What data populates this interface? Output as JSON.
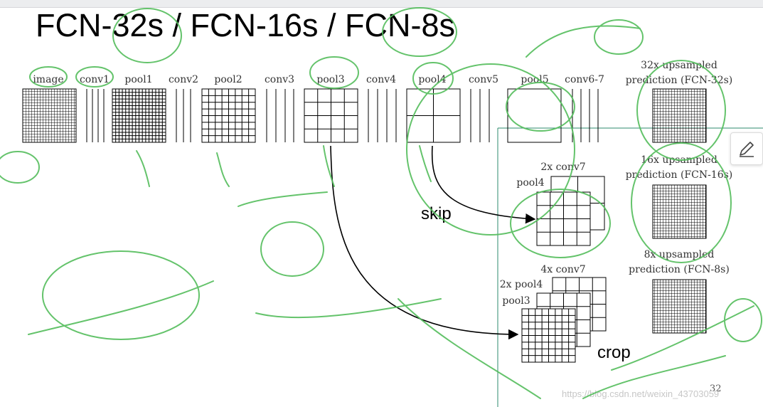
{
  "slide": {
    "title": "FCN-32s / FCN-16s / FCN-8s",
    "page_number": "32",
    "watermark": "https://blog.csdn.net/weixin_43703059"
  },
  "layers": [
    {
      "id": "image",
      "label": "image"
    },
    {
      "id": "conv1",
      "label": "conv1"
    },
    {
      "id": "pool1",
      "label": "pool1"
    },
    {
      "id": "conv2",
      "label": "conv2"
    },
    {
      "id": "pool2",
      "label": "pool2"
    },
    {
      "id": "conv3",
      "label": "conv3"
    },
    {
      "id": "pool3",
      "label": "pool3"
    },
    {
      "id": "conv4",
      "label": "conv4"
    },
    {
      "id": "pool4",
      "label": "pool4"
    },
    {
      "id": "conv5",
      "label": "conv5"
    },
    {
      "id": "pool5",
      "label": "pool5"
    },
    {
      "id": "conv67",
      "label": "conv6-7"
    }
  ],
  "outputs": {
    "fcn32": {
      "line1": "32x upsampled",
      "line2": "prediction (FCN-32s)"
    },
    "fcn16": {
      "line1": "16x upsampled",
      "line2": "prediction (FCN-16s)"
    },
    "fcn8": {
      "line1": "8x upsampled",
      "line2": "prediction (FCN-8s)"
    }
  },
  "branch_labels": {
    "fcn16_conv7": "2x conv7",
    "fcn16_pool4": "pool4",
    "fcn8_conv7": "4x conv7",
    "fcn8_pool4": "2x pool4",
    "fcn8_pool3": "pool3"
  },
  "annotations": {
    "skip": "skip",
    "crop": "crop"
  },
  "colors": {
    "ink": "#54bd5c",
    "arrow": "#000000",
    "frame": "#2e8b6e"
  },
  "icons": {
    "edit_tool": "pencil-icon"
  }
}
